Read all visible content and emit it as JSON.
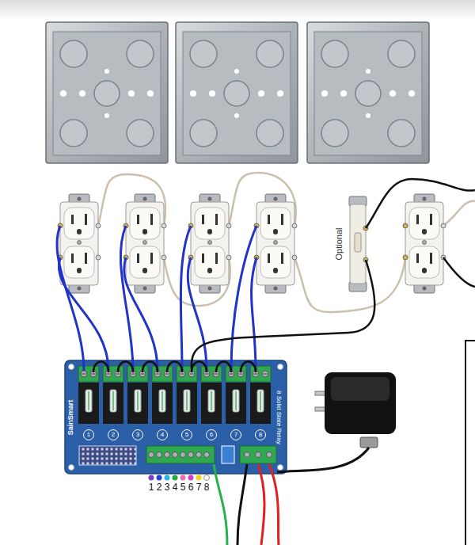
{
  "diagram": {
    "nodes": [
      {
        "text": [
          "SainSmart",
          "8 Solid State Relay"
        ]
      }
    ],
    "labels": [
      "Optional",
      "1",
      "2",
      "3",
      "4",
      "5",
      "6",
      "7",
      "8",
      "1 2 3 4 5 6 7 8"
    ]
  }
}
